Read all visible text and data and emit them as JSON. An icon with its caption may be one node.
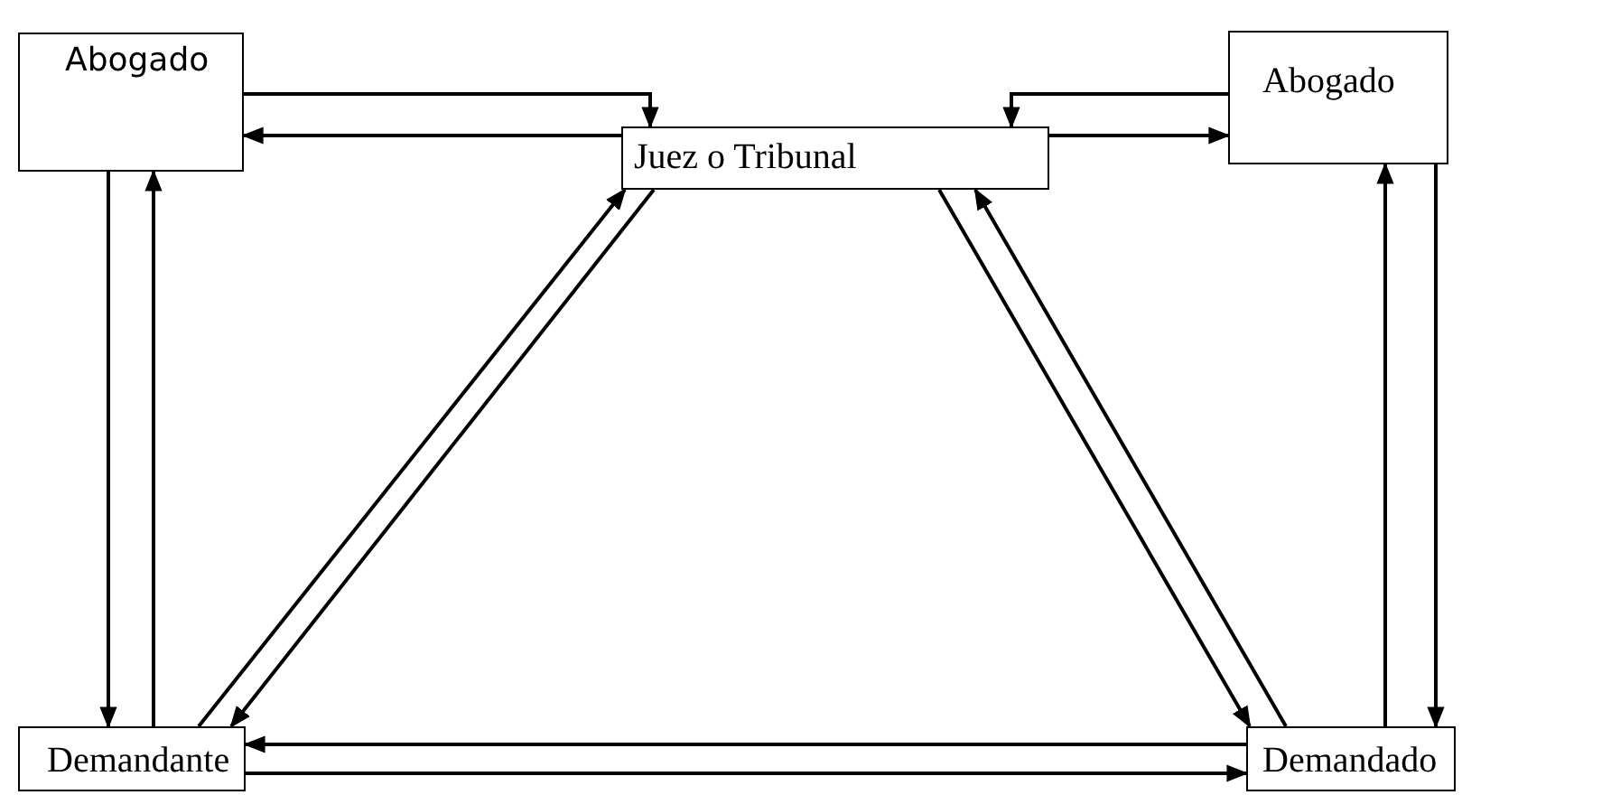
{
  "diagram": {
    "nodes": [
      {
        "text": [
          "Abogado"
        ]
      },
      {
        "text": [
          "Juez o Tribunal"
        ]
      },
      {
        "text": [
          "Abogado"
        ]
      },
      {
        "text": [
          "Demandante"
        ]
      },
      {
        "text": [
          "Demandado"
        ]
      }
    ],
    "edges": [
      {
        "from": 0,
        "to": 1,
        "arrow": "to"
      },
      {
        "from": 1,
        "to": 0,
        "arrow": "to"
      },
      {
        "from": 2,
        "to": 1,
        "arrow": "to"
      },
      {
        "from": 1,
        "to": 2,
        "arrow": "to"
      },
      {
        "from": 0,
        "to": 3,
        "arrow": "to"
      },
      {
        "from": 3,
        "to": 0,
        "arrow": "to"
      },
      {
        "from": 3,
        "to": 1,
        "arrow": "to"
      },
      {
        "from": 1,
        "to": 3,
        "arrow": "to"
      },
      {
        "from": 1,
        "to": 4,
        "arrow": "to"
      },
      {
        "from": 4,
        "to": 1,
        "arrow": "to"
      },
      {
        "from": 4,
        "to": 3,
        "arrow": "to"
      },
      {
        "from": 3,
        "to": 4,
        "arrow": "to"
      },
      {
        "from": 4,
        "to": 2,
        "arrow": "to"
      },
      {
        "from": 2,
        "to": 4,
        "arrow": "to"
      }
    ]
  }
}
